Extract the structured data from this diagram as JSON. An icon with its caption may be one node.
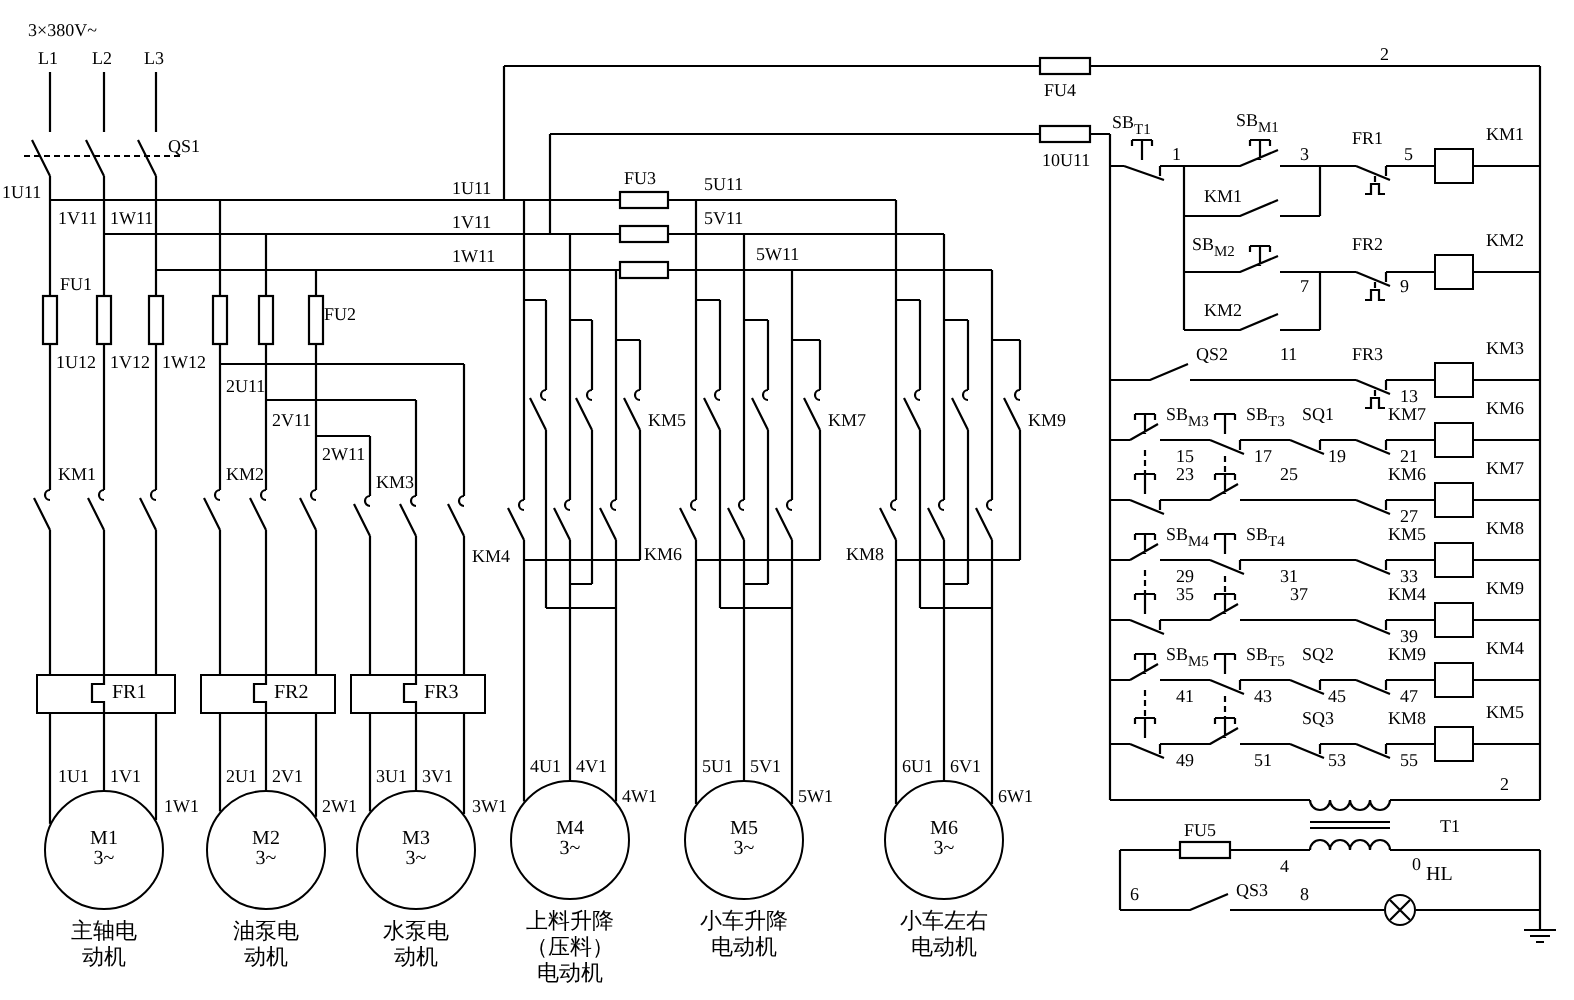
{
  "diagram": {
    "nodes": [
      {
        "text": [],
        "shape": "box",
        "beside": [
          "KM1"
        ]
      },
      {
        "text": [],
        "shape": "box",
        "beside": [
          "KM2"
        ]
      },
      {
        "text": [],
        "shape": "box",
        "beside": [
          "KM3"
        ]
      },
      {
        "text": [],
        "shape": "box",
        "beside": [
          "KM6"
        ]
      },
      {
        "text": [],
        "shape": "box",
        "beside": [
          "KM7"
        ]
      },
      {
        "text": [],
        "shape": "box",
        "beside": [
          "KM8"
        ]
      },
      {
        "text": [],
        "shape": "box",
        "beside": [
          "KM9"
        ]
      },
      {
        "text": [],
        "shape": "box",
        "beside": [
          "KM4"
        ]
      },
      {
        "text": [],
        "shape": "box",
        "beside": [
          "KM5"
        ]
      },
      {
        "text": [
          "FR1"
        ]
      },
      {
        "text": [
          "FR2"
        ]
      },
      {
        "text": [
          "FR3"
        ]
      },
      {
        "text": [
          "M1",
          "3~"
        ],
        "beside": [
          "主轴电动机"
        ]
      },
      {
        "text": [
          "M2",
          "3~"
        ],
        "beside": [
          "油泵电动机"
        ]
      },
      {
        "text": [
          "M3",
          "3~"
        ],
        "beside": [
          "水泵电动机"
        ]
      },
      {
        "text": [
          "M4",
          "3~"
        ],
        "beside": [
          "上料升降（压料）电动机"
        ]
      },
      {
        "text": [
          "M5",
          "3~"
        ],
        "beside": [
          "小车升降电动机"
        ]
      },
      {
        "text": [
          "M6",
          "3~"
        ],
        "beside": [
          "小车左右电动机"
        ]
      },
      {
        "text": [],
        "shape": "circle",
        "beside": [
          "HL"
        ]
      }
    ],
    "edges": [
      {
        "from": 9,
        "to": 12,
        "arrow": "none"
      },
      {
        "from": 9,
        "to": 12,
        "arrow": "none"
      },
      {
        "from": 9,
        "to": 12,
        "arrow": "none"
      },
      {
        "from": 10,
        "to": 13,
        "arrow": "none"
      },
      {
        "from": 10,
        "to": 13,
        "arrow": "none"
      },
      {
        "from": 10,
        "to": 13,
        "arrow": "none"
      },
      {
        "from": 11,
        "to": 14,
        "arrow": "none"
      },
      {
        "from": 11,
        "to": 14,
        "arrow": "none"
      },
      {
        "from": 11,
        "to": 14,
        "arrow": "none"
      }
    ],
    "labels": [
      "3×380V~",
      "L1",
      "L2",
      "L3",
      "QS1",
      "1U11",
      "1V11",
      "1W11",
      "FU1",
      "FU2",
      "1U12",
      "1V12",
      "1W12",
      "2U11",
      "2V11",
      "2W11",
      "KM1",
      "KM2",
      "KM3",
      "KM4",
      "1U11",
      "1V11",
      "1W11",
      "FU3",
      "5U11",
      "5V11",
      "5W11",
      "KM5",
      "KM6",
      "KM7",
      "KM8",
      "KM9",
      "1U1",
      "1V1",
      "1W1",
      "2U1",
      "2V1",
      "2W1",
      "3U1",
      "3V1",
      "3W1",
      "4U1",
      "4V1",
      "4W1",
      "5U1",
      "5V1",
      "5W1",
      "6U1",
      "6V1",
      "6W1",
      "FU4",
      "2",
      "10U11",
      "SB$_{T1}$",
      "1",
      "SB$_{M1}$",
      "3",
      "FR1",
      "5",
      "KM1",
      "SB$_{M2}$",
      "FR2",
      "7",
      "9",
      "KM2",
      "QS2",
      "11",
      "FR3",
      "13",
      "SB$_{M3}$",
      "SB$_{T3}$",
      "SQ1",
      "KM7",
      "15",
      "17",
      "19",
      "21",
      "23",
      "25",
      "KM6",
      "27",
      "SB$_{M4}$",
      "SB$_{T4}$",
      "KM5",
      "29",
      "31",
      "33",
      "35",
      "37",
      "KM4",
      "39",
      "SB$_{M5}$",
      "SB$_{T5}$",
      "SQ2",
      "KM9",
      "41",
      "43",
      "45",
      "47",
      "SQ3",
      "KM8",
      "49",
      "51",
      "53",
      "55",
      "2",
      "FU5",
      "T1",
      "4",
      "0",
      "6",
      "QS3",
      "8"
    ]
  }
}
